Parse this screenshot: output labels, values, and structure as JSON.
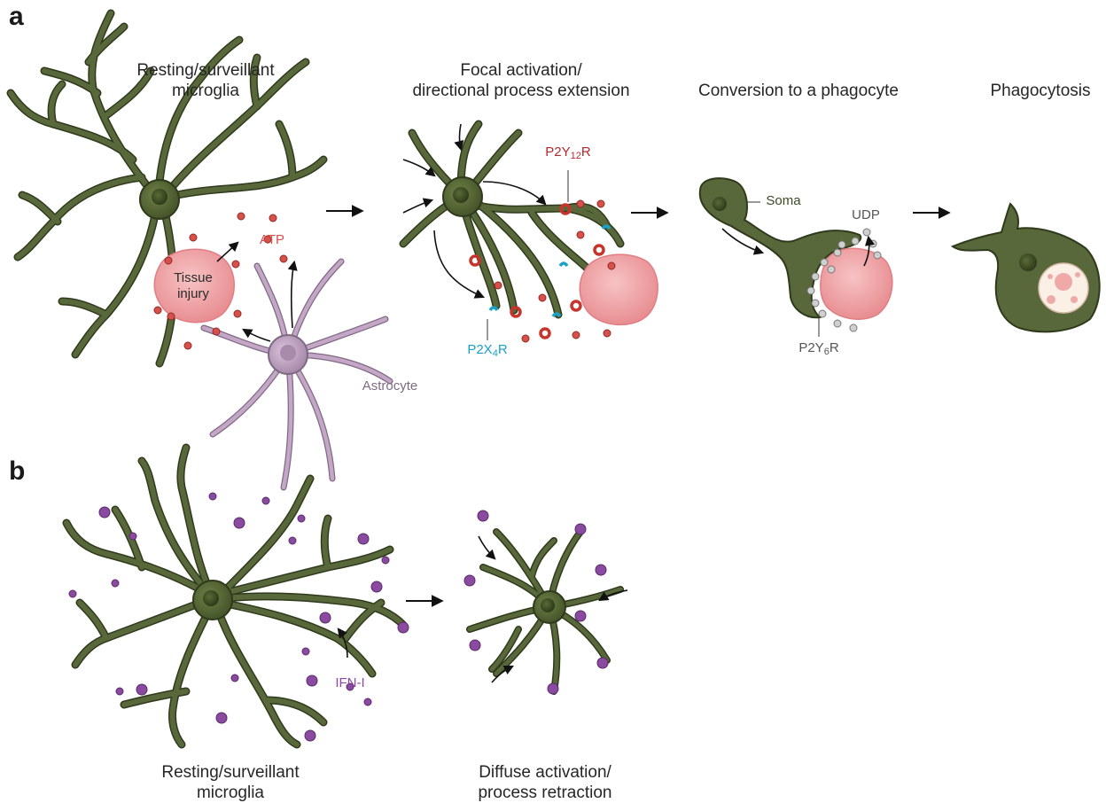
{
  "panel_a": {
    "letter": "a",
    "step1_title_line1": "Resting/surveillant",
    "step1_title_line2": "microglia",
    "step2_title_line1": "Focal activation/",
    "step2_title_line2": "directional process extension",
    "step3_title": "Conversion to a phagocyte",
    "step4_title": "Phagocytosis",
    "tissue_injury_line1": "Tissue",
    "tissue_injury_line2": "injury",
    "atp_label": "ATP",
    "astrocyte_label": "Astrocyte",
    "p2y12r_label": "P2Y12R",
    "p2x4r_label": "P2X4R",
    "soma_label": "Soma",
    "udp_label": "UDP",
    "p2y6r_label": "P2Y6R"
  },
  "panel_b": {
    "letter": "b",
    "step1_title_line1": "Resting/surveillant",
    "step1_title_line2": "microglia",
    "step2_title_line1": "Diffuse activation/",
    "step2_title_line2": "process retraction",
    "ifn_label": "IFN-I"
  },
  "colors": {
    "microglia": "#58683a",
    "microglia_outline": "#2f3a1c",
    "astrocyte": "#c4a6c6",
    "injury": "#f0a6a8",
    "atp": "#d8504a",
    "p2y12r": "#c8342c",
    "p2x4r": "#1aa1c8",
    "udp": "#bdbdbd",
    "ifn": "#8a4aa0"
  }
}
